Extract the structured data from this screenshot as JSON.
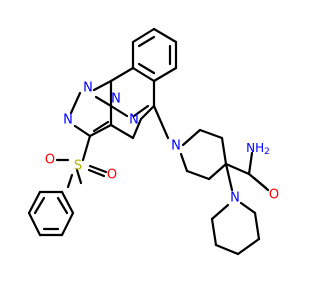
{
  "structure": {
    "colors": {
      "bond": "#000000",
      "nitrogen": "#0000ff",
      "oxygen": "#ff0000",
      "sulfur": "#b3b300",
      "background": "#ffffff"
    },
    "atoms": {
      "triazole_n1": "N",
      "triazole_n2": "N",
      "triazole_n3": "N",
      "pyrimidine_n1": "N",
      "piperidine_n": "N",
      "piperidine2_n": "N",
      "sulfur": "S",
      "oxygen_top": "O",
      "oxygen_right": "O",
      "amide_o": "O",
      "amide_nh2": "NH2"
    }
  }
}
